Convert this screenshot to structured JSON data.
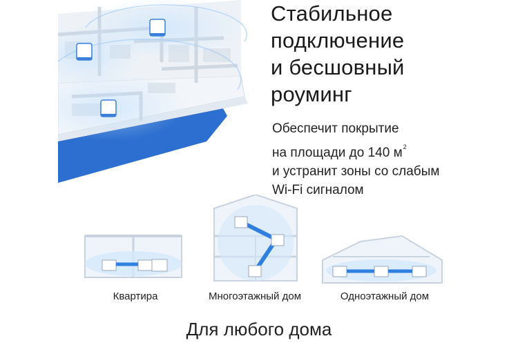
{
  "headline": {
    "line1": "Стабильное",
    "line2": "подключение",
    "line3": "и бесшовный",
    "line4": "роуминг"
  },
  "description": {
    "line1": "Обеспечит покрытие",
    "line2_text": "на площади до 140 м",
    "line2_sup": "2",
    "line3": "и устранит зоны со слабым",
    "line4": "Wi-Fi сигналом"
  },
  "home_types": [
    {
      "label": "Квартира"
    },
    {
      "label": "Многоэтажный дом"
    },
    {
      "label": "Одноэтажный дом"
    }
  ],
  "footer": {
    "text": "Для любого дома"
  },
  "colors": {
    "accent_blue": "#2c6fd0",
    "link_blue": "#2f7fe0",
    "house_outline": "#c9d3df",
    "text": "#1a1a1a"
  },
  "icons": [
    "mesh-unit-icon",
    "apartment-illustration",
    "multistory-house-illustration",
    "single-story-house-illustration"
  ]
}
